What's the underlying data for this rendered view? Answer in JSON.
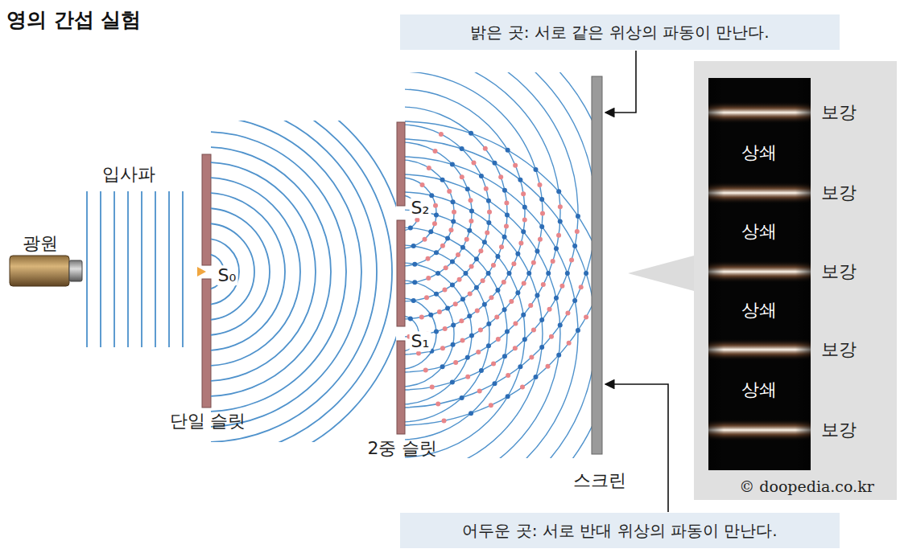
{
  "diagram": {
    "title": "영의 간섭 실험",
    "nodes": [
      {
        "text": [
          "밝은 곳: 서로 같은 위상의 파동이 만난다."
        ]
      },
      {
        "text": [
          "어두운 곳: 서로 반대 위상의 파동이 만난다."
        ]
      }
    ],
    "labels": [
      "광원",
      "입사파",
      "S₀",
      "단일 슬릿",
      "S₂",
      "S₁",
      "2중 슬릿",
      "스크린",
      "보강",
      "상쇄",
      "보강",
      "상쇄",
      "보강",
      "상쇄",
      "보강",
      "상쇄",
      "보강",
      "© doopedia.co.kr"
    ]
  }
}
